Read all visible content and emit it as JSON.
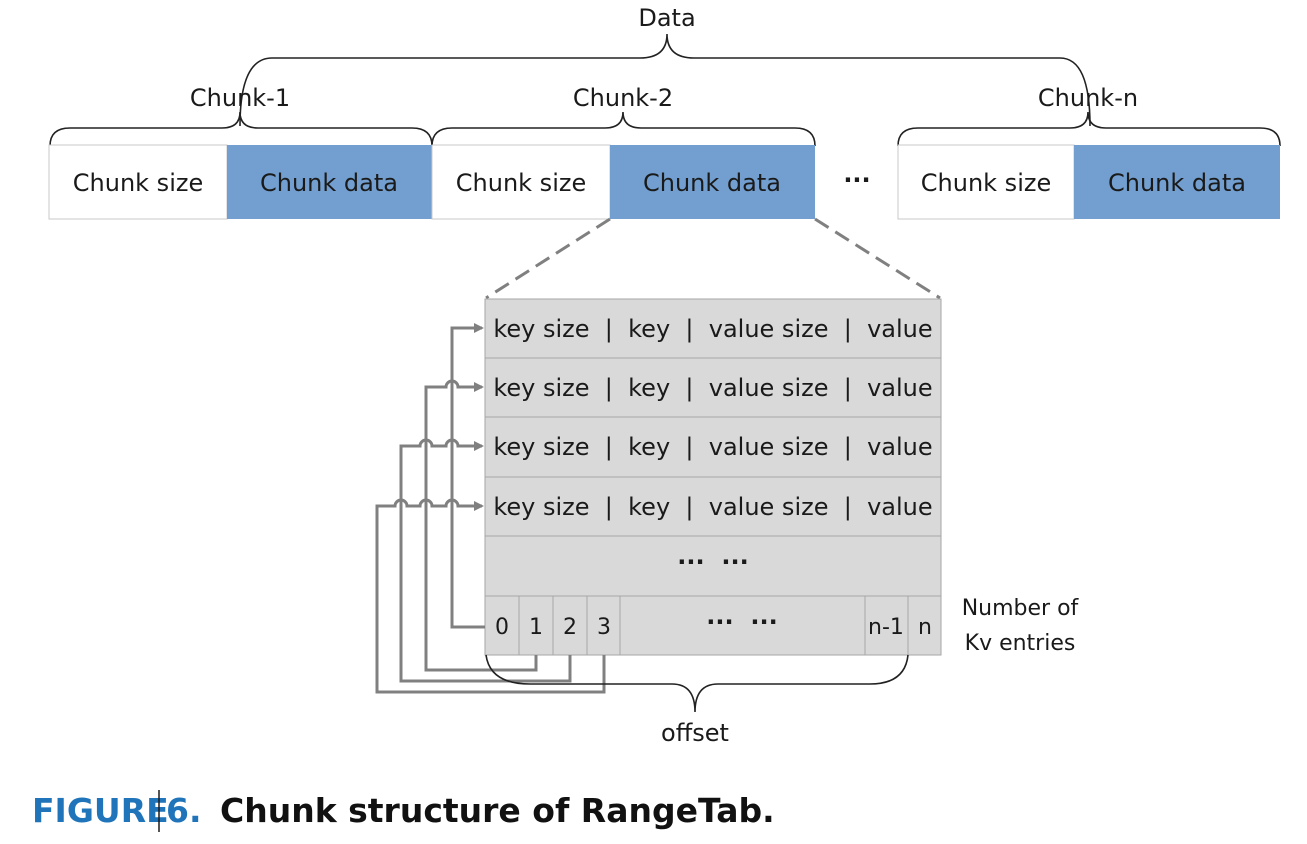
{
  "top_label": "Data",
  "chunks": [
    {
      "label": "Chunk-1",
      "size_label": "Chunk size",
      "data_label": "Chunk data"
    },
    {
      "label": "Chunk-2",
      "size_label": "Chunk size",
      "data_label": "Chunk data"
    },
    {
      "label": "Chunk-n",
      "size_label": "Chunk size",
      "data_label": "Chunk data"
    }
  ],
  "chunk_ellipsis": "···",
  "kv_rows": [
    "key size  |  key  |  value size  |  value",
    "key size  |  key  |  value size  |  value",
    "key size  |  key  |  value size  |  value",
    "key size  |  key  |  value size  |  value"
  ],
  "kv_ellipsis": "···  ···",
  "offset_cells": [
    "0",
    "1",
    "2",
    "3",
    "···  ···",
    "n-1",
    "n"
  ],
  "entries_label_line1": "Number of",
  "entries_label_line2": "Kv entries",
  "offset_label": "offset",
  "caption": {
    "figure": "FIGURE",
    "number": "6.",
    "text": "Chunk structure of RangeTab."
  },
  "colors": {
    "chunk_data_fill": "#729fcf",
    "table_fill": "#d9d9d9",
    "arrow": "#808080",
    "caption_accent": "#1f74ba"
  }
}
